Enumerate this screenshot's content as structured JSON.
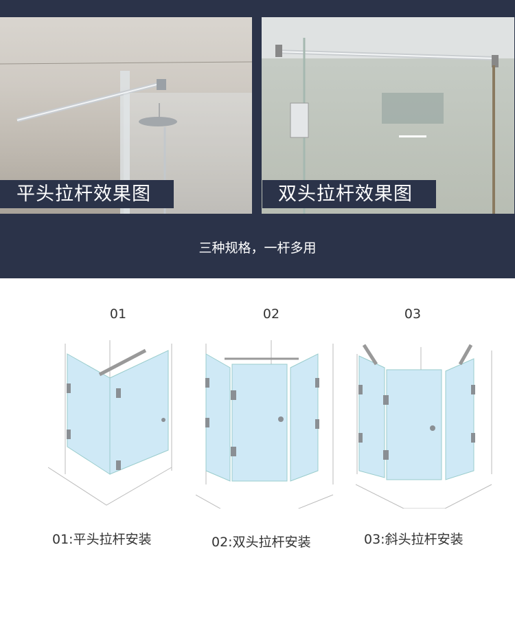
{
  "photos": [
    {
      "label": "平头拉杆效果图"
    },
    {
      "label": "双头拉杆效果图"
    }
  ],
  "tagline": "三种规格，一杆多用",
  "specs": [
    {
      "number": "01",
      "caption": "01:平头拉杆安装"
    },
    {
      "number": "02",
      "caption": "02:双头拉杆安装"
    },
    {
      "number": "03",
      "caption": "03:斜头拉杆安装"
    }
  ],
  "colors": {
    "banner": "#2b3349",
    "glass": "#cfe9f6",
    "hardware": "#8a8f94"
  }
}
